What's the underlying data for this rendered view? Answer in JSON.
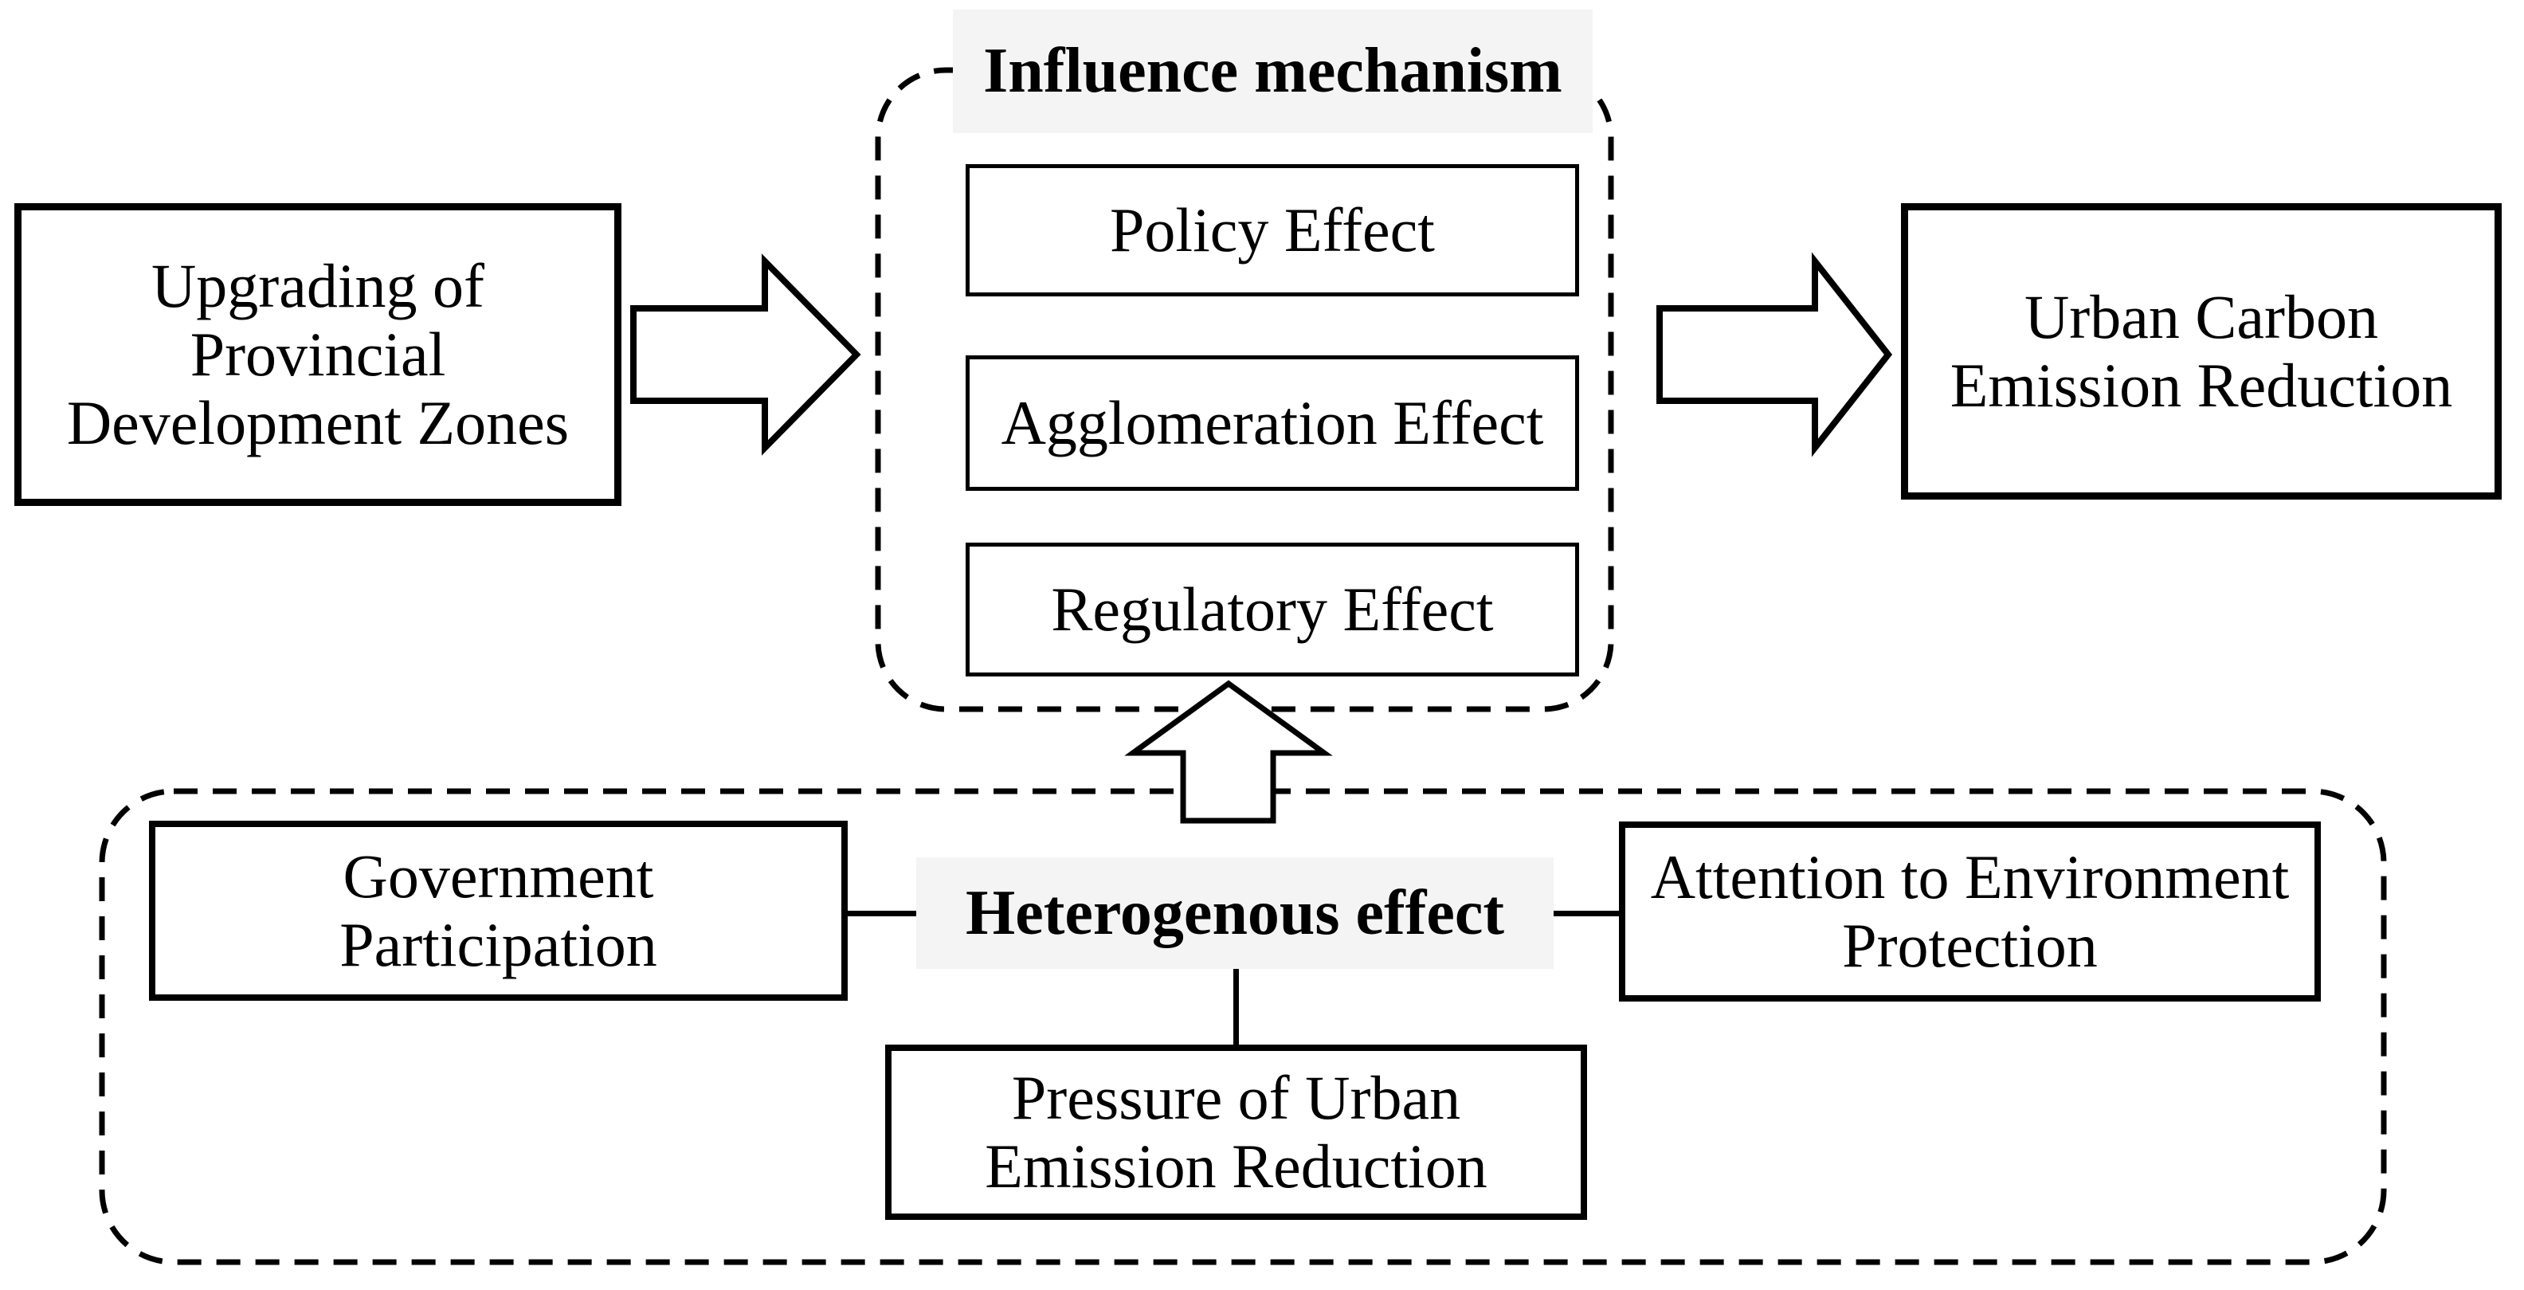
{
  "colors": {
    "line": "#000000",
    "label_background": "#f4f4f4",
    "box_background": "#ffffff"
  },
  "top_row": {
    "source_box": {
      "lines": [
        "Upgrading of",
        "Provincial",
        "Development Zones"
      ]
    },
    "influence_group": {
      "title": "Influence mechanism",
      "boxes": [
        "Policy Effect",
        "Agglomeration Effect",
        "Regulatory Effect"
      ]
    },
    "outcome_box": {
      "lines": [
        "Urban Carbon",
        "Emission Reduction"
      ]
    }
  },
  "bottom_group": {
    "title": "Heterogenous effect",
    "government_box": {
      "lines": [
        "Government",
        "Participation"
      ]
    },
    "attention_box": {
      "lines": [
        "Attention to Environment",
        "Protection"
      ]
    },
    "pressure_box": {
      "lines": [
        "Pressure of Urban",
        "Emission Reduction"
      ]
    }
  },
  "icons": {
    "right_arrow": "block-arrow-right",
    "up_arrow": "block-arrow-up"
  }
}
